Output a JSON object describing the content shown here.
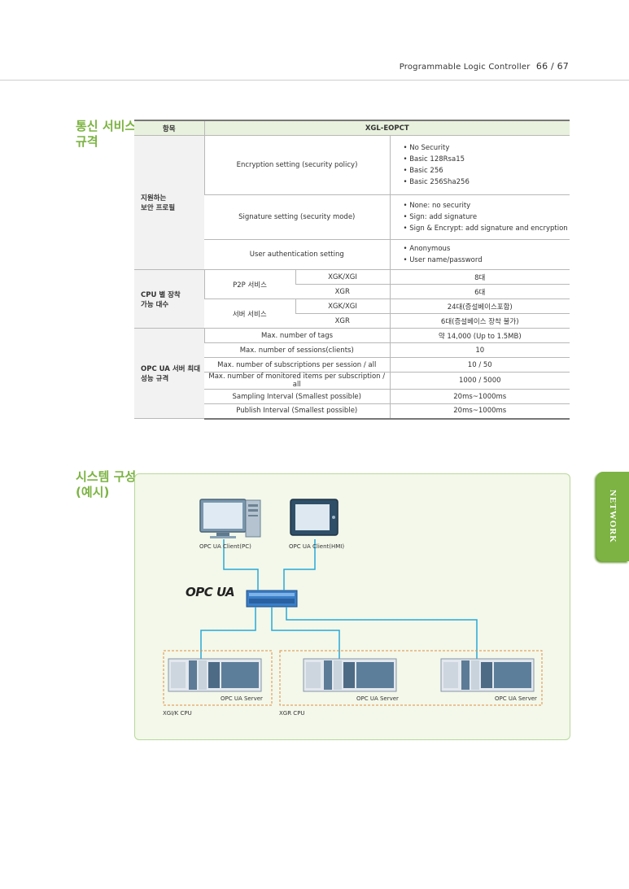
{
  "header": {
    "title": "Programmable Logic Controller",
    "page": "66 / 67"
  },
  "sections": {
    "spec_title": "통신 서비스\n규격",
    "system_title": "시스템 구성\n(예시)"
  },
  "side_tab": {
    "label": "NETWORK"
  },
  "table": {
    "head_item": "항목",
    "head_product": "XGL-EOPCT",
    "security": {
      "category": "지원하는\n보안 프로필",
      "encryption_label": "Encryption setting (security policy)",
      "encryption_values": [
        "• No Security",
        "• Basic 128Rsa15",
        "• Basic 256",
        "• Basic 256Sha256"
      ],
      "signature_label": "Signature setting (security mode)",
      "signature_values": [
        "• None: no security",
        "• Sign: add signature",
        "• Sign & Encrypt: add signature and encryption"
      ],
      "auth_label": "User authentication setting",
      "auth_values": [
        "• Anonymous",
        "• User name/password"
      ]
    },
    "cpu": {
      "category": "CPU 별 장착\n가능 대수",
      "p2p": "P2P 서비스",
      "server": "서버 서비스",
      "rows": [
        {
          "cpu": "XGK/XGI",
          "value": "8대"
        },
        {
          "cpu": "XGR",
          "value": "6대"
        },
        {
          "cpu": "XGK/XGI",
          "value": "24대(증설베이스포함)"
        },
        {
          "cpu": "XGR",
          "value": "6대(증설베이스 장착 불가)"
        }
      ]
    },
    "opcua": {
      "category": "OPC UA 서버 최대\n성능 규격",
      "rows": [
        {
          "label": "Max. number of tags",
          "value": "약 14,000 (Up to 1.5MB)"
        },
        {
          "label": "Max. number of sessions(clients)",
          "value": "10"
        },
        {
          "label": "Max. number of subscriptions per session / all",
          "value": "10 / 50"
        },
        {
          "label": "Max. number of monitored items per subscription / all",
          "value": "1000 / 5000"
        },
        {
          "label": "Sampling Interval (Smallest possible)",
          "value": "20ms~1000ms"
        },
        {
          "label": "Publish Interval (Smallest possible)",
          "value": "20ms~1000ms"
        }
      ]
    }
  },
  "diagram": {
    "client_pc": "OPC UA Client(PC)",
    "client_hmi": "OPC UA Client(HMI)",
    "logo": "OPC UA",
    "server_label": "OPC UA Server",
    "group1": "XGI/K CPU",
    "group2": "XGR CPU"
  },
  "colors": {
    "accent": "#7cb342",
    "header_fill": "#e8f1dd",
    "diagram_bg": "#f3f8ea",
    "link": "#29a8d8",
    "dashed": "#e38b3f"
  }
}
